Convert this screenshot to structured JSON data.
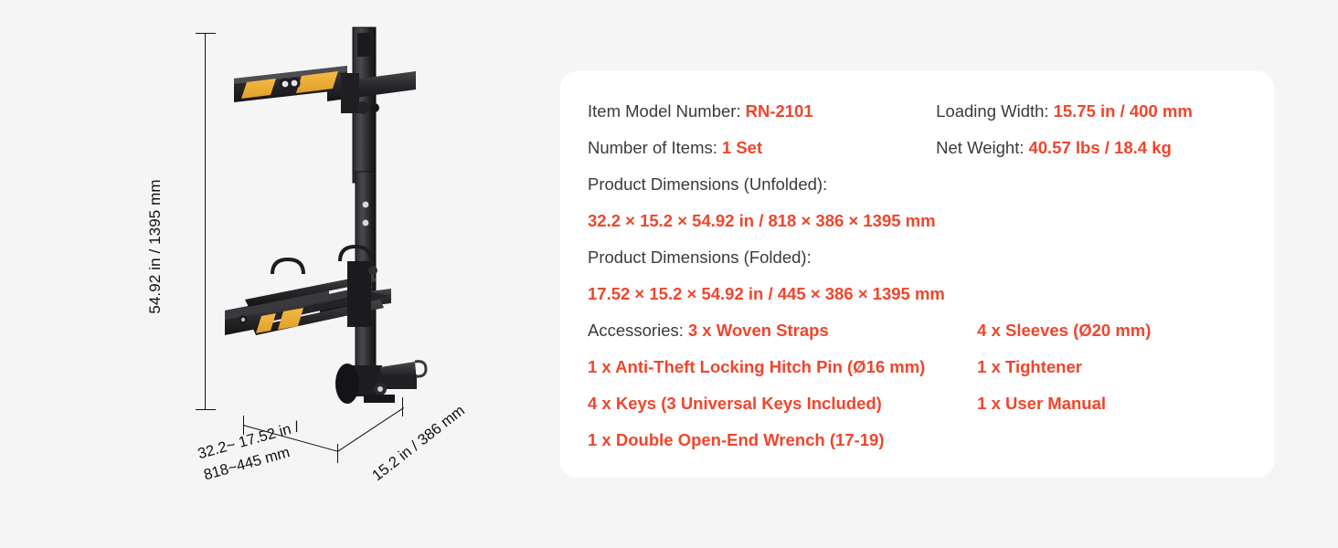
{
  "page": {
    "background_color": "#f5f5f5",
    "panel_color": "#ffffff",
    "accent_color": "#f0452c",
    "label_color": "#3a3a3a"
  },
  "figure": {
    "alt": "hitch-mounted bike rack product illustration",
    "height_dimension": "54.92 in / 1395 mm",
    "width_dimension_line1": "32.2~ 17.52 in /",
    "width_dimension_line2": "818~445 mm",
    "depth_dimension": "15.2 in / 386 mm"
  },
  "specs": {
    "model": {
      "label": "Item Model Number:",
      "value": "RN-2101"
    },
    "loading_width": {
      "label": "Loading Width:",
      "value": "15.75 in / 400 mm"
    },
    "number_of_items": {
      "label": "Number of Items:",
      "value": "1 Set"
    },
    "net_weight": {
      "label": "Net Weight:",
      "value": "40.57 lbs / 18.4 kg"
    },
    "dimensions_unfolded": {
      "label": "Product Dimensions (Unfolded):",
      "value": "32.2 × 15.2 × 54.92 in / 818 × 386 × 1395 mm"
    },
    "dimensions_folded": {
      "label": "Product Dimensions (Folded):",
      "value": "17.52 × 15.2 × 54.92 in / 445 × 386 × 1395 mm"
    },
    "accessories": {
      "label": "Accessories:",
      "left_column": [
        "3 x Woven Straps",
        "1 x Anti-Theft Locking Hitch Pin (Ø16 mm)",
        "4 x Keys (3 Universal Keys Included)",
        "1 x Double Open-End Wrench (17-19)"
      ],
      "right_column": [
        "4 x Sleeves (Ø20 mm)",
        "1 x Tightener",
        "1 x User Manual"
      ]
    }
  }
}
